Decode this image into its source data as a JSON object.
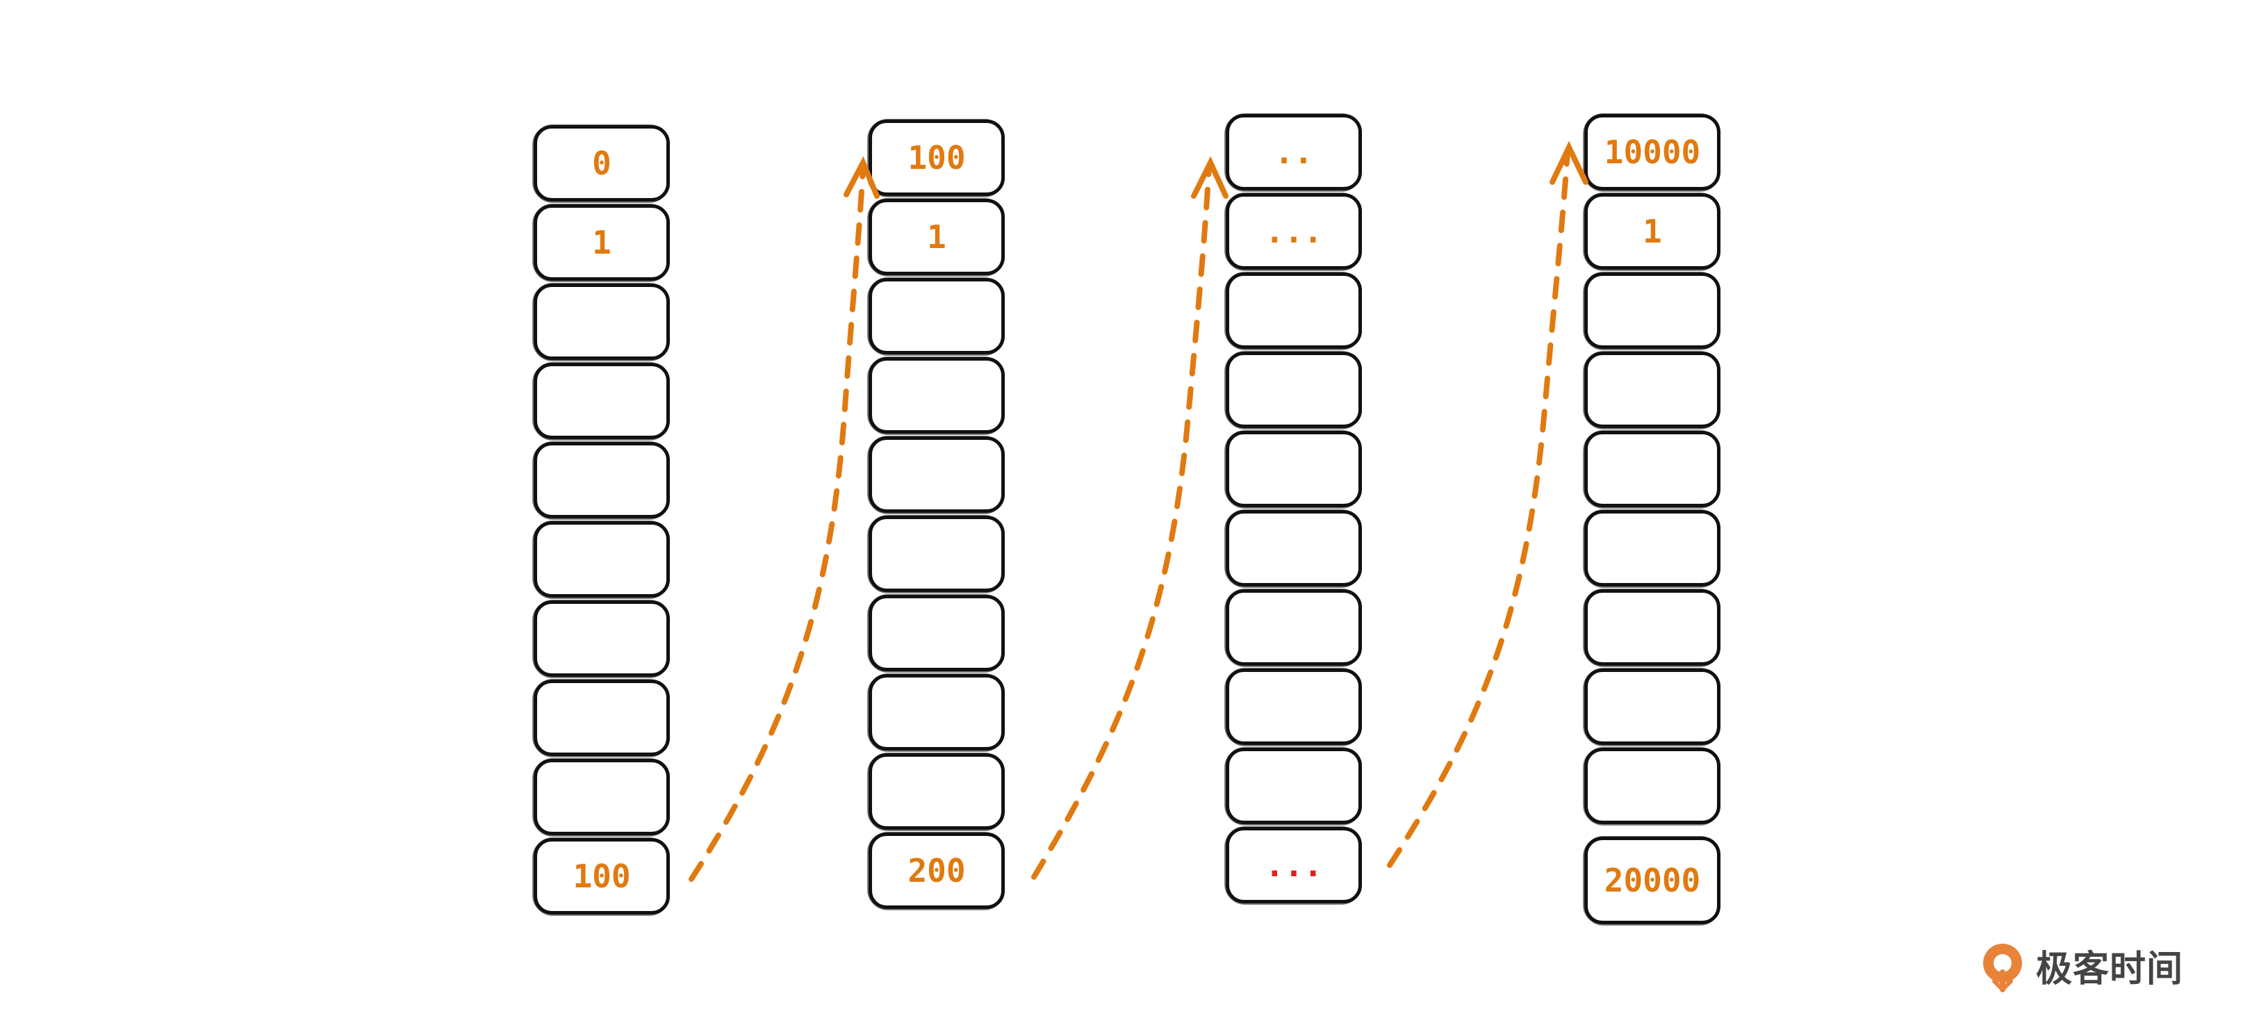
{
  "colors": {
    "accent": "#e07a10",
    "stroke": "#111111",
    "dots_red": "#e02020",
    "logo_text": "#444444"
  },
  "stacks": [
    {
      "labels": [
        "0",
        "1",
        "",
        "",
        "",
        "",
        "",
        "",
        "",
        "100"
      ]
    },
    {
      "labels": [
        "100",
        "1",
        "",
        "",
        "",
        "",
        "",
        "",
        "",
        "200"
      ]
    },
    {
      "labels": [
        "..",
        "...",
        "",
        "",
        "",
        "",
        "",
        "",
        "",
        "..."
      ]
    },
    {
      "labels": [
        "10000",
        "1",
        "",
        "",
        "",
        "",
        "",
        "",
        "",
        "20000"
      ]
    }
  ],
  "arrows": [
    {
      "from": "stack-1-bottom",
      "to": "stack-2-top",
      "style": "dashed"
    },
    {
      "from": "stack-2-bottom",
      "to": "stack-3-top",
      "style": "dashed"
    },
    {
      "from": "stack-3-bottom",
      "to": "stack-4-top",
      "style": "dashed"
    }
  ],
  "logo": {
    "text": "极客时间",
    "icon": "geektime-logo-icon"
  }
}
